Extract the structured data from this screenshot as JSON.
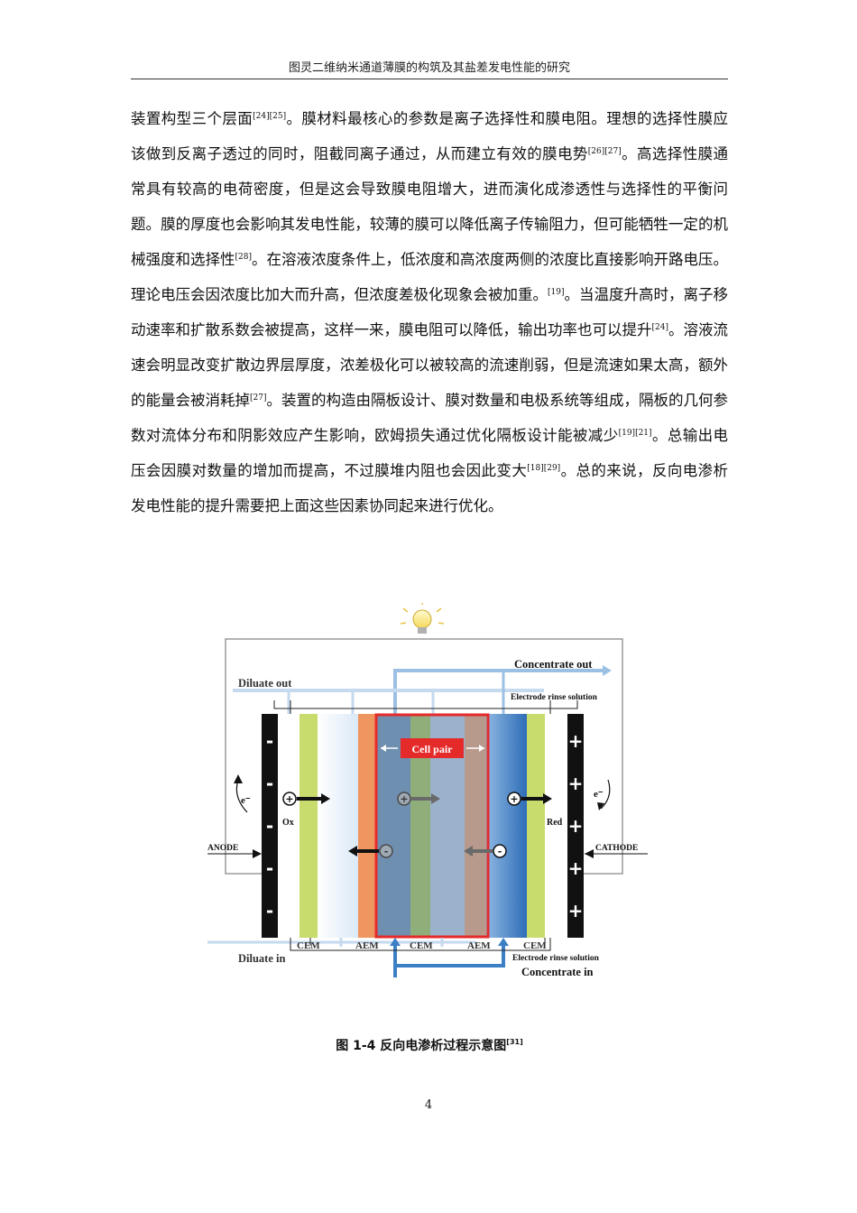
{
  "header": {
    "title": "图灵二维纳米通道薄膜的构筑及其盐差发电性能的研究"
  },
  "paragraph": [
    {
      "t": "装置构型三个层面"
    },
    {
      "r": "[24][25]"
    },
    {
      "t": "。膜材料最核心的参数是离子选择性和膜电阻。理想的选择性膜应该做到反离子透过的同时，阻截同离子通过，从而建立有效的膜电势"
    },
    {
      "r": "[26][27]"
    },
    {
      "t": "。高选择性膜通常具有较高的电荷密度，但是这会导致膜电阻增大，进而演化成渗透性与选择性的平衡问题。膜的厚度也会影响其发电性能，较薄的膜可以降低离子传输阻力，但可能牺牲一定的机械强度和选择性"
    },
    {
      "r": "[28]"
    },
    {
      "t": "。在溶液浓度条件上，低浓度和高浓度两侧的浓度比直接影响开路电压。理论电压会因浓度比加大而升高，但浓度差极化现象会被加重。"
    },
    {
      "r": "[19]"
    },
    {
      "t": "。当温度升高时，离子移动速率和扩散系数会被提高，这样一来，膜电阻可以降低，输出功率也可以提升"
    },
    {
      "r": "[24]"
    },
    {
      "t": "。溶液流速会明显改变扩散边界层厚度，浓差极化可以被较高的流速削弱，但是流速如果太高，额外的能量会被消耗掉"
    },
    {
      "r": "[27]"
    },
    {
      "t": "。装置的构造由隔板设计、膜对数量和电极系统等组成，隔板的几何参数对流体分布和阴影效应产生影响，欧姆损失通过优化隔板设计能被减少"
    },
    {
      "r": "[19][21]"
    },
    {
      "t": "。总输出电压会因膜对数量的增加而提高，不过膜堆内阻也会因此变大"
    },
    {
      "r": "[18][29]"
    },
    {
      "t": "。总的来说，反向电渗析发电性能的提升需要把上面这些因素协同起来进行优化。"
    }
  ],
  "figure": {
    "labels": {
      "concentrate_out": "Concentrate out",
      "diluate_out": "Diluate out",
      "electrode_rinse_top": "Electrode rinse solution",
      "cell_pair": "Cell pair",
      "ox": "Ox",
      "red": "Red",
      "anode": "ANODE",
      "cathode": "CATHODE",
      "electron_left": "e⁻",
      "electron_right": "e⁻",
      "cem1": "CEM",
      "aem1": "AEM",
      "cem2": "CEM",
      "aem2": "AEM",
      "cem3": "CEM",
      "electrode_rinse_bottom": "Electrode rinse solution",
      "diluate_in": "Diluate in",
      "concentrate_in": "Concentrate in"
    },
    "anode_signs": [
      "-",
      "-",
      "-",
      "-",
      "-"
    ],
    "cathode_signs": [
      "+",
      "+",
      "+",
      "+",
      "+",
      "+"
    ],
    "colors": {
      "cem": "#cfe07c",
      "aem": "#ef9560",
      "cell_pair_frame": "#e52a2a",
      "flow_line": "#8fb4d8",
      "concentrate_channel": "#3d7fc4",
      "electrode": "#111111"
    }
  },
  "caption": {
    "label": "图 1-4  反向电渗析过程示意图",
    "ref": "[31]"
  },
  "page_number": "4"
}
